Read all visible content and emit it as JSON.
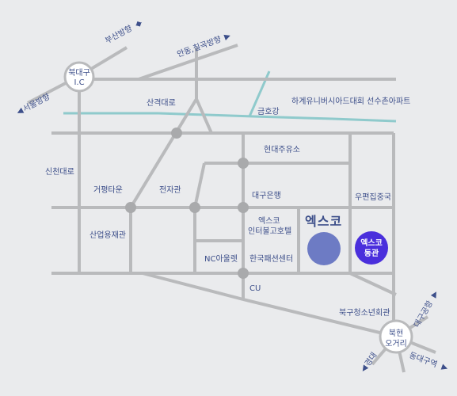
{
  "interchanges": {
    "north": [
      "북대구",
      "I.C"
    ],
    "south": [
      "북현",
      "오거리"
    ]
  },
  "directions": {
    "busan": "부산방향",
    "andong": "안동,칠곡방향",
    "seoul": "서울방향",
    "airport": "대구공항",
    "dongdaegu": "동대구역",
    "gyeongdae": "경대"
  },
  "places": {
    "sangyeok_road": "산격대로",
    "apartment": "하계유니버시아드대회 선수촌아파트",
    "geumho_river": "금호강",
    "hyundai_gas": "현대주유소",
    "sincheon_road": "신천대로",
    "geopyeong_town": "거평타운",
    "electronics": "전자관",
    "daegu_bank": "대구은행",
    "post_office": "우편집중국",
    "exco_hotel": [
      "엑스코",
      "인터불고호텔"
    ],
    "industrial_hall": "산업용재관",
    "nc_outlet": "NC아울렛",
    "korea_fashion": "한국패션센터",
    "cu": "CU",
    "youth_hall": "북구청소년회관"
  },
  "exco": "엑스코",
  "exco_east": [
    "엑스코",
    "동관"
  ],
  "colors": {
    "background": "#eaebed",
    "road": "#b9babc",
    "river": "#8fcacc",
    "label": "#3d4f8a",
    "exco_marker": "#6d7bc4",
    "exco_east_marker": "#4a2fdc"
  }
}
